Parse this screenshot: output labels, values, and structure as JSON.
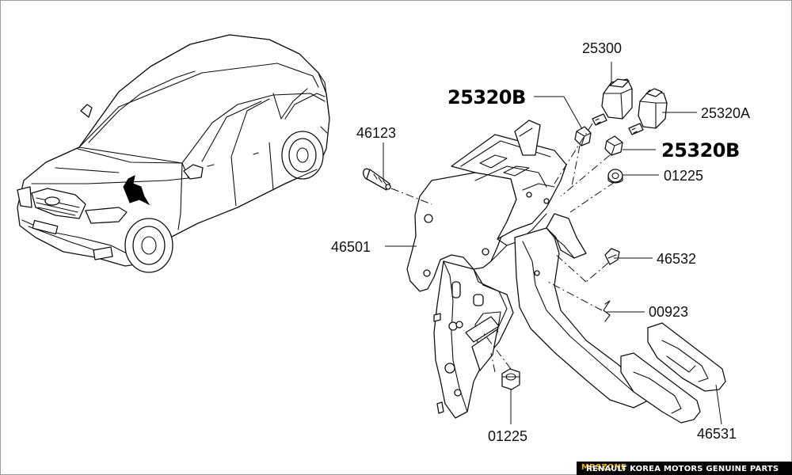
{
  "diagram": {
    "labels": {
      "p25300": "25300",
      "p25320B_top": "25320B",
      "p25320A": "25320A",
      "p25320B_right": "25320B",
      "p46123": "46123",
      "p01225_top": "01225",
      "p46501": "46501",
      "p46532": "46532",
      "p00923": "00923",
      "p01225_bottom": "01225",
      "p46531": "46531"
    }
  },
  "footer": {
    "text": "RENAULT KOREA MOTORS GENUINE PARTS",
    "brand": "MRSZONE"
  },
  "colors": {
    "footer_bg": "#000000",
    "footer_text": "#ffffff",
    "brand_accent": "#f2b400"
  }
}
